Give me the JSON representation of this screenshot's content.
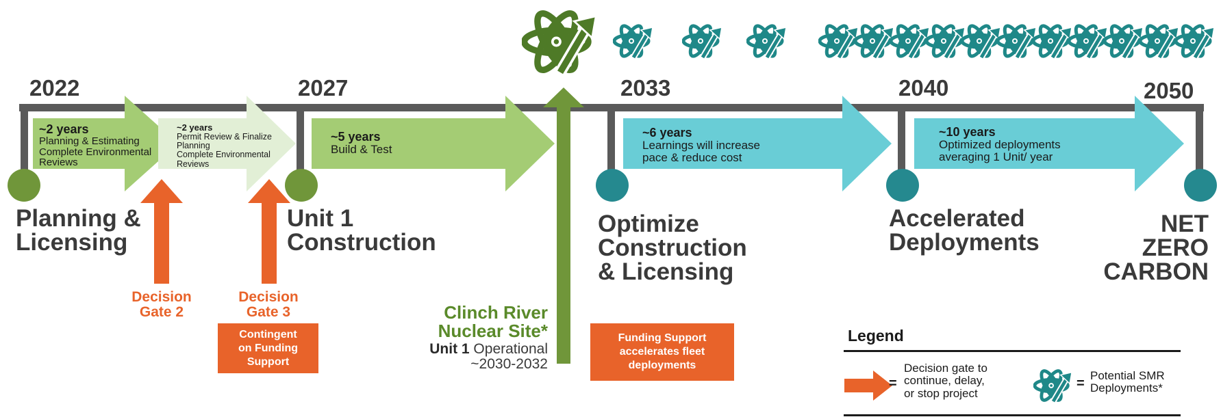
{
  "timeline": {
    "years": [
      "2022",
      "2027",
      "2033",
      "2040",
      "2050"
    ],
    "phases": {
      "planning": [
        "Planning &",
        "Licensing"
      ],
      "unit1": [
        "Unit 1",
        "Construction"
      ],
      "optimize": [
        "Optimize",
        "Construction",
        "& Licensing"
      ],
      "accelerated": [
        "Accelerated",
        "Deployments"
      ],
      "netzero": [
        "NET",
        "ZERO",
        "CARBON"
      ]
    },
    "segments": {
      "s1": {
        "duration": "~2 years",
        "lines": [
          "Planning & Estimating",
          "Complete Environmental",
          "Reviews"
        ]
      },
      "s2": {
        "duration": "~2 years",
        "lines": [
          "Permit Review & Finalize",
          "Planning",
          "Complete Environmental",
          "Reviews"
        ]
      },
      "s3": {
        "duration": "~5 years",
        "lines": [
          "Build & Test"
        ]
      },
      "s4": {
        "duration": "~6 years",
        "lines": [
          "Learnings will increase",
          "pace & reduce cost"
        ]
      },
      "s5": {
        "duration": "~10 years",
        "lines": [
          "Optimized deployments",
          "averaging 1 Unit/ year"
        ]
      }
    },
    "gates": {
      "g2": [
        "Decision",
        "Gate 2"
      ],
      "g3": [
        "Decision",
        "Gate 3"
      ]
    },
    "contingent_box": [
      "Contingent",
      "on Funding",
      "Support"
    ],
    "funding_box": [
      "Funding Support",
      "accelerates fleet",
      "deployments"
    ],
    "site": {
      "name": [
        "Clinch River",
        "Nuclear Site*"
      ],
      "unit_bold": "Unit 1",
      "unit_rest": " Operational",
      "date": "~2030-2032"
    }
  },
  "legend": {
    "title": "Legend",
    "gate_text": [
      "Decision gate to",
      "continue, delay,",
      "or stop project"
    ],
    "smr_text": [
      "Potential SMR",
      "Deployments*"
    ],
    "equals": "="
  },
  "colors": {
    "green_dark": "#70963a",
    "green_mid": "#a4cc74",
    "green_light": "#e2efd6",
    "teal": "#69cdd6",
    "teal_dark": "#25898f",
    "orange": "#e8632a",
    "gray": "#5a5a5a",
    "icon_green": "#4e7a27",
    "icon_teal": "#1f8888"
  },
  "icons": [
    "atom-arrow-icon"
  ]
}
